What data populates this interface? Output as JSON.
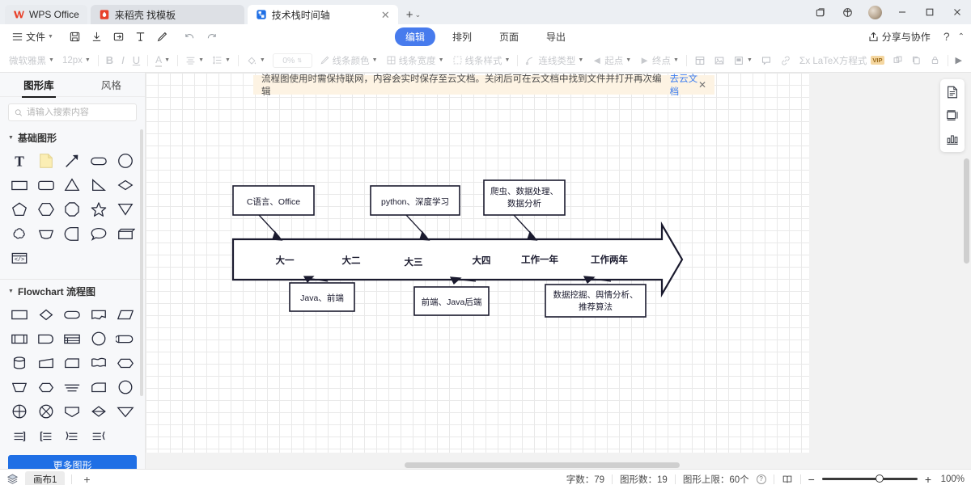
{
  "titlebar": {
    "tabs": [
      {
        "label": "WPS Office",
        "icon": "wps-logo-icon",
        "active": false,
        "closable": false
      },
      {
        "label": "来稻壳 找模板",
        "icon": "docer-icon",
        "active": false,
        "closable": false
      },
      {
        "label": "技术栈时间轴",
        "icon": "flowchart-doc-icon",
        "active": true,
        "closable": true
      }
    ],
    "new_tab_label": "+",
    "new_tab_caret": "⌄",
    "window_controls": [
      "restore-app-icon",
      "globe-icon",
      "avatar",
      "minimize",
      "maximize",
      "close"
    ]
  },
  "menubar": {
    "file_label": "文件",
    "items": [
      "save-icon",
      "download-icon",
      "export-icon",
      "format-painter-icon",
      "pen-icon",
      "undo-icon",
      "redo-icon"
    ],
    "mode_tabs": [
      {
        "label": "编辑",
        "selected": true
      },
      {
        "label": "排列",
        "selected": false
      },
      {
        "label": "页面",
        "selected": false
      },
      {
        "label": "导出",
        "selected": false
      }
    ],
    "share_label": "分享与协作",
    "help_label": "?",
    "collapse_label": "⌃"
  },
  "formatbar": {
    "font_name": "微软雅黑",
    "font_size": "12px",
    "bold": "B",
    "italic": "I",
    "underline": "U",
    "font_color": "A",
    "align": "align-icon",
    "line_spacing": "line-spacing-icon",
    "fill": "fill-bucket-icon",
    "opacity_value": "0%",
    "line_color_label": "线条颜色",
    "line_width_label": "线条宽度",
    "line_style_label": "线条样式",
    "connector_type_label": "连线类型",
    "start_point_label": "起点",
    "end_point_label": "终点",
    "table_icon": "table-icon",
    "image_icon": "image-icon",
    "media_icon": "media-icon",
    "comment_icon": "comment-icon",
    "link_icon": "link-icon",
    "latex_label": "LaTeX方程式",
    "latex_badge": "VIP",
    "group_icon": "group-icon",
    "copy_style_icon": "copy-style-icon",
    "lock_icon": "lock-icon",
    "more_icon": "chevron-right-icon"
  },
  "left_panel": {
    "tabs": [
      {
        "label": "图形库",
        "selected": true
      },
      {
        "label": "风格",
        "selected": false
      }
    ],
    "search_placeholder": "请输入搜索内容",
    "sections": [
      {
        "title": "基础图形",
        "shapes": [
          "text-T",
          "note-page",
          "arrow-line",
          "rounded-rect",
          "circle",
          "rectangle",
          "rounded-rectangle",
          "triangle",
          "right-triangle",
          "diamond",
          "pentagon",
          "hexagon",
          "octagon",
          "star",
          "inverted-triangle",
          "cloud",
          "trapezoid-curved",
          "drop",
          "speech-bubble",
          "cube-rect",
          "code-block"
        ]
      },
      {
        "title": "Flowchart 流程图",
        "shapes": [
          "process",
          "decision",
          "terminator",
          "document",
          "parallelogram",
          "predefined-process",
          "internal-storage",
          "table-flow",
          "connector-circle",
          "delay",
          "database",
          "manual-input",
          "card",
          "multi-document",
          "preparation",
          "manual-operation",
          "hexagon-flow",
          "lines-flow",
          "display",
          "circle-flow",
          "summing-junction",
          "or-gate",
          "shield",
          "sort",
          "extract",
          "bracket-right",
          "bracket-left",
          "brace-right",
          "brace-left"
        ]
      }
    ],
    "more_shapes_label": "更多图形"
  },
  "banner": {
    "text": "流程图使用时需保持联网，内容会实时保存至云文档。关闭后可在云文档中找到文件并打开再次编辑",
    "link_label": "去云文档",
    "close_label": "✕"
  },
  "right_float": {
    "icons": [
      "page-setup-icon",
      "layout-icon",
      "chart-icon"
    ]
  },
  "statusbar": {
    "layers_icon": "layers-icon",
    "sheet_name": "画布1",
    "add_sheet_label": "+",
    "word_count_label": "字数：79",
    "shape_count_label": "图形数：19",
    "shape_limit_label": "图形上限：60个",
    "help_icon": "question-icon",
    "book_icon": "book-icon",
    "zoom_out_label": "−",
    "zoom_in_label": "+",
    "zoom_level": "100%"
  },
  "diagram": {
    "title": "技术栈时间轴",
    "timeline_labels": [
      "大一",
      "大二",
      "大三",
      "大四",
      "工作一年",
      "工作两年"
    ],
    "top_boxes": [
      {
        "lines": [
          "C语言、Office"
        ]
      },
      {
        "lines": [
          "python、深度学习"
        ]
      },
      {
        "lines": [
          "爬虫、数据处理、",
          "数据分析"
        ]
      }
    ],
    "bottom_boxes": [
      {
        "lines": [
          "Java、前端"
        ]
      },
      {
        "lines": [
          "前端、Java后端"
        ]
      },
      {
        "lines": [
          "数据挖掘、舆情分析、",
          "推荐算法"
        ]
      }
    ]
  },
  "colors": {
    "accent_blue": "#477bed",
    "more_button_blue": "#1f6fe5",
    "banner_bg": "#fdf3e3",
    "link_blue": "#3b7cf0",
    "stroke_dark": "#1a1a2e"
  }
}
